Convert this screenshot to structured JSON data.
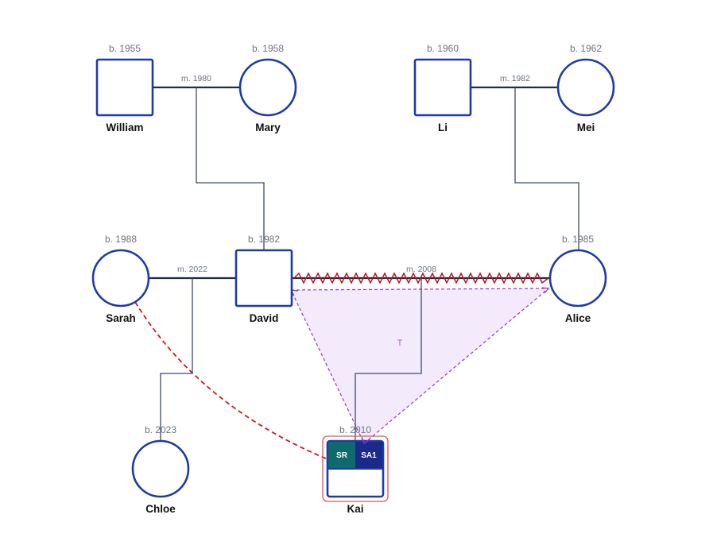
{
  "people": {
    "william": {
      "name": "William",
      "birth": "b. 1955"
    },
    "mary": {
      "name": "Mary",
      "birth": "b. 1958"
    },
    "li": {
      "name": "Li",
      "birth": "b. 1960"
    },
    "mei": {
      "name": "Mei",
      "birth": "b. 1962"
    },
    "sarah": {
      "name": "Sarah",
      "birth": "b. 1988"
    },
    "david": {
      "name": "David",
      "birth": "b. 1982"
    },
    "alice": {
      "name": "Alice",
      "birth": "b. 1985"
    },
    "chloe": {
      "name": "Chloe",
      "birth": "b. 2023"
    },
    "kai": {
      "name": "Kai",
      "birth": "b. 2010"
    }
  },
  "marriages": {
    "william_mary": "m. 1980",
    "li_mei": "m. 1982",
    "sarah_david": "m. 2022",
    "david_alice": "m. 2008"
  },
  "kai_badges": [
    "SR",
    "SA1"
  ],
  "triangle_label": "T",
  "colors": {
    "node_stroke": "#1e3aa8",
    "couple_line": "#1f2d4a",
    "conflict_line": "#c0141b",
    "cutoff_line": "#d11a1a",
    "triangle_stroke": "#9b30e0",
    "triangle_fill": "#efe3fb",
    "badge_sr": "#0f6b6b",
    "badge_sa1": "#1b2a8a",
    "highlight": "#e55050"
  }
}
